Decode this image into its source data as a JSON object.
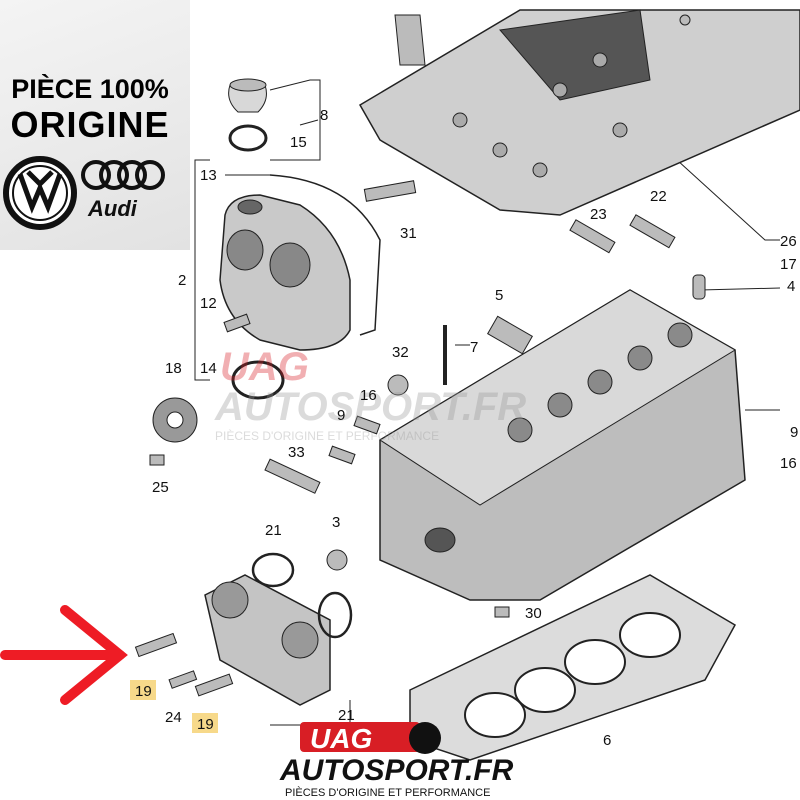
{
  "badge": {
    "line1": "PIÈCE 100%",
    "line2": "ORIGINE",
    "audi_wordmark": "Audi",
    "logos": [
      "vw-logo",
      "audi-rings-logo"
    ]
  },
  "watermark": {
    "brand_top": "UAG",
    "brand_main": "AUTOSPORT.FR",
    "tagline": "PIÈCES D'ORIGINE ET PERFORMANCE"
  },
  "footer_logo": {
    "brand_top": "UAG",
    "brand_main": "AUTOSPORT.FR",
    "tagline": "PIÈCES D'ORIGINE ET PERFORMANCE"
  },
  "callouts": [
    "8",
    "15",
    "13",
    "31",
    "2",
    "12",
    "14",
    "18",
    "25",
    "32",
    "7",
    "5",
    "9",
    "16",
    "33",
    "3",
    "21",
    "23",
    "22",
    "26",
    "17",
    "4",
    "9",
    "16",
    "30",
    "21",
    "6",
    "24"
  ],
  "highlighted_callouts": [
    "19",
    "19"
  ],
  "pointer_arrow": {
    "color": "#ee1c25"
  },
  "colors": {
    "highlight": "#f7d98a",
    "arrow": "#ee1c25",
    "uag_red": "#d81e25"
  }
}
